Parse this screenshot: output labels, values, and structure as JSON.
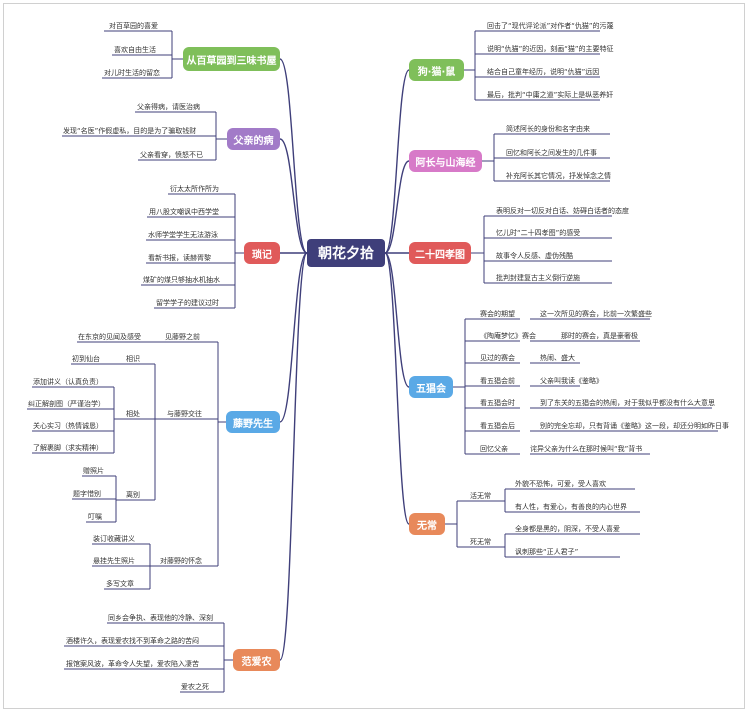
{
  "root": "朝花夕拾",
  "colors": {
    "root": "#3f3f7a",
    "green": "#7fbf5a",
    "purple": "#a27bc8",
    "red": "#e05a5a",
    "blue": "#5aa9e6",
    "orange": "#e8895a",
    "pink": "#d77ac8",
    "line_purple": "#3f3f7a"
  },
  "branches": {
    "b1": {
      "label": "从百草园到三味书屋",
      "leaves": [
        "对百草园的喜爱",
        "喜欢自由生活",
        "对儿时生活的留恋"
      ]
    },
    "b2": {
      "label": "父亲的病",
      "leaves": [
        "父亲得病，请医治病",
        "发现“名医”作假虚私，目的是为了骗取钱财",
        "父亲看穿，愤怒不已"
      ]
    },
    "b3": {
      "label": "琐记",
      "leaves": [
        "衍太太所作所为",
        "用八股文嘲讽中西学堂",
        "水师学堂学生无法游泳",
        "看新书报，读赫胥黎",
        "煤矿的煤只够抽水机抽水",
        "留学学子的建议过时"
      ]
    },
    "b4": {
      "label": "藤野先生",
      "g1": {
        "label": "见藤野之前",
        "leaves": [
          "在东京的见闻及感受"
        ]
      },
      "g2": {
        "label": "与藤野交往",
        "s1": {
          "label": "相识",
          "leaves": [
            "初到仙台"
          ]
        },
        "s2": {
          "label": "相处",
          "leaves": [
            "添加讲义（认真负责）",
            "纠正解剖图（严谨治学）",
            "关心实习（热情诚恳）",
            "了解裹脚（求实精神）"
          ]
        },
        "s3": {
          "label": "离别",
          "leaves": [
            "赠照片",
            "题字惜别",
            "叮嘱"
          ]
        }
      },
      "g3": {
        "label": "对藤野的怀念",
        "leaves": [
          "装订收藏讲义",
          "悬挂先生照片",
          "多写文章"
        ]
      }
    },
    "b5": {
      "label": "范爱农",
      "leaves": [
        "同乡会争执、表现他的冷静、深刻",
        "酒楼许久，表现爱农找不到革命之路的苦闷",
        "报馆案风波，革命令人失望，爱农陷入凄苦",
        "爱农之死"
      ]
    },
    "b6": {
      "label": "狗·猫·鼠",
      "leaves": [
        "回击了“现代评论派”对作者“仇猫”的污蔑",
        "说明“仇猫”的近因，刻画“猫”的主要特征",
        "结合自己童年经历，说明“仇猫”远因",
        "最后，批判“中庸之道”实际上是纵恶养奸"
      ]
    },
    "b7": {
      "label": "阿长与山海经",
      "leaves": [
        "简述阿长的身份和名字由来",
        "回忆和阿长之间发生的几件事",
        "补充阿长其它情况，抒发悼念之情"
      ]
    },
    "b8": {
      "label": "二十四孝图",
      "leaves": [
        "表明反对一切反对白话、妨碍白话者的态度",
        "忆儿时“二十四孝图”的感受",
        "故事令人反感、虚伪残酷",
        "批判封建复古主义倒行逆施"
      ]
    },
    "b9": {
      "label": "五猖会",
      "rows": [
        {
          "a": "赛会的期望",
          "b": "这一次所见的赛会，比前一次繁盛些"
        },
        {
          "a": "《陶庵梦忆》赛会",
          "b": "那时的赛会，真是豪奢极"
        },
        {
          "a": "见过的赛会",
          "b": "热闹、盛大"
        },
        {
          "a": "看五猖会前",
          "b": "父亲叫我读《鉴略》"
        },
        {
          "a": "看五猖会时",
          "b": "到了东关的五猖会的热闹，对于我似乎都没有什么大意思"
        },
        {
          "a": "看五猖会后",
          "b": "别的完全忘却，只有背诵《鉴略》这一段，却还分明如昨日事"
        },
        {
          "a": "回忆父亲",
          "b": "诧异父亲为什么在那时候叫“我”背书"
        }
      ]
    },
    "b10": {
      "label": "无常",
      "g1": {
        "label": "活无常",
        "leaves": [
          "外貌不恐怖，可爱，受人喜欢",
          "有人性，有爱心，有善良的内心世界"
        ]
      },
      "g2": {
        "label": "死无常",
        "leaves": [
          "全身都是黑的，阴深，不受人喜爱",
          "讽刺那些“正人君子”"
        ]
      }
    }
  }
}
